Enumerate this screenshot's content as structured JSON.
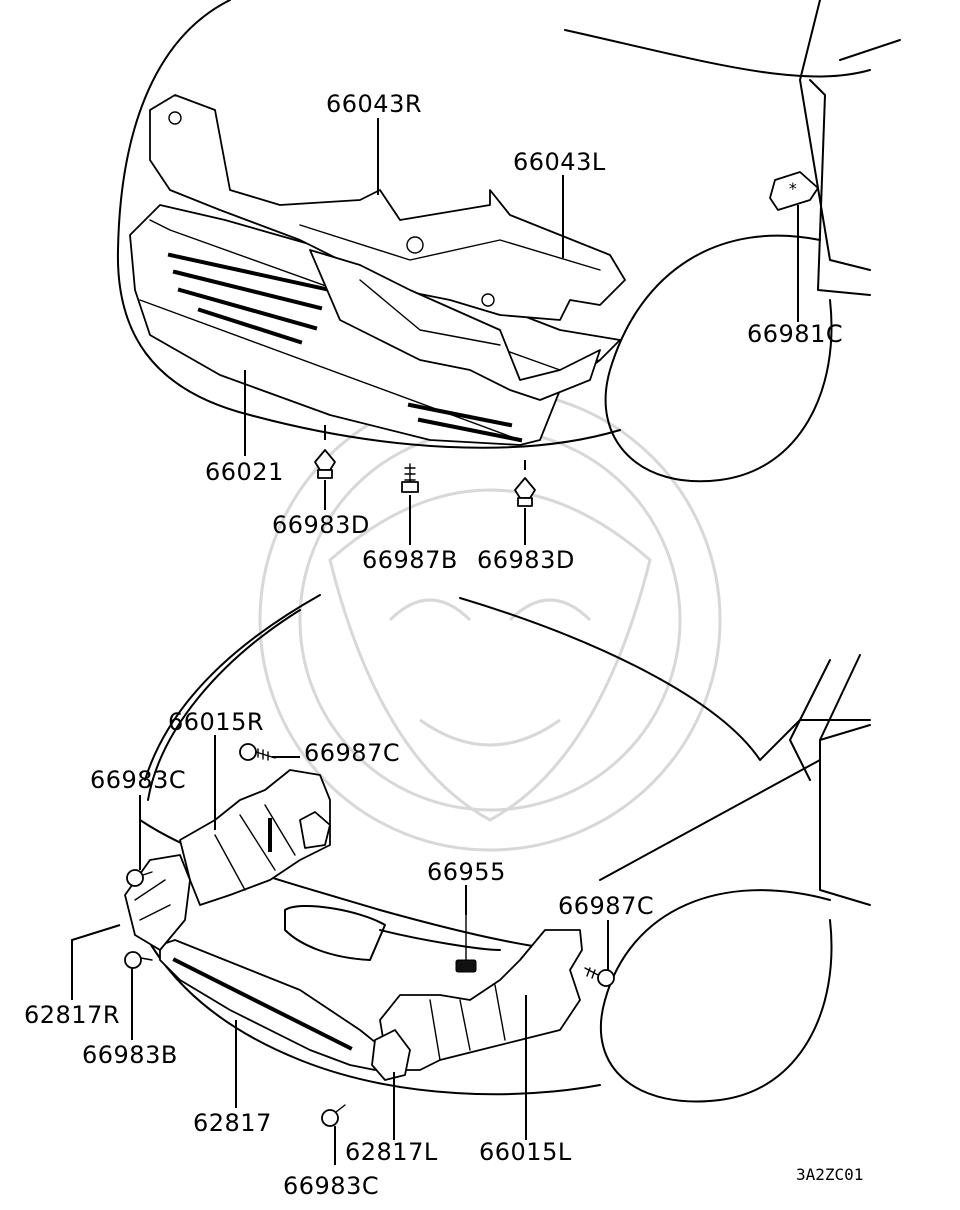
{
  "labels": {
    "p66043R": "66043R",
    "p66043L": "66043L",
    "p66981C": "66981C",
    "p66021": "66021",
    "p66983D_a": "66983D",
    "p66987B": "66987B",
    "p66983D_b": "66983D",
    "p66015R": "66015R",
    "p66987C_a": "66987C",
    "p66983C_a": "66983C",
    "p66955": "66955",
    "p66987C_b": "66987C",
    "p62817R": "62817R",
    "p66983B": "66983B",
    "p62817": "62817",
    "p62817L": "62817L",
    "p66015L": "66015L",
    "p66983C_b": "66983C"
  },
  "diagram_code": "3A2ZC01",
  "colors": {
    "ink": "#000000",
    "paper": "#ffffff",
    "watermark": "#d8d8d8"
  }
}
